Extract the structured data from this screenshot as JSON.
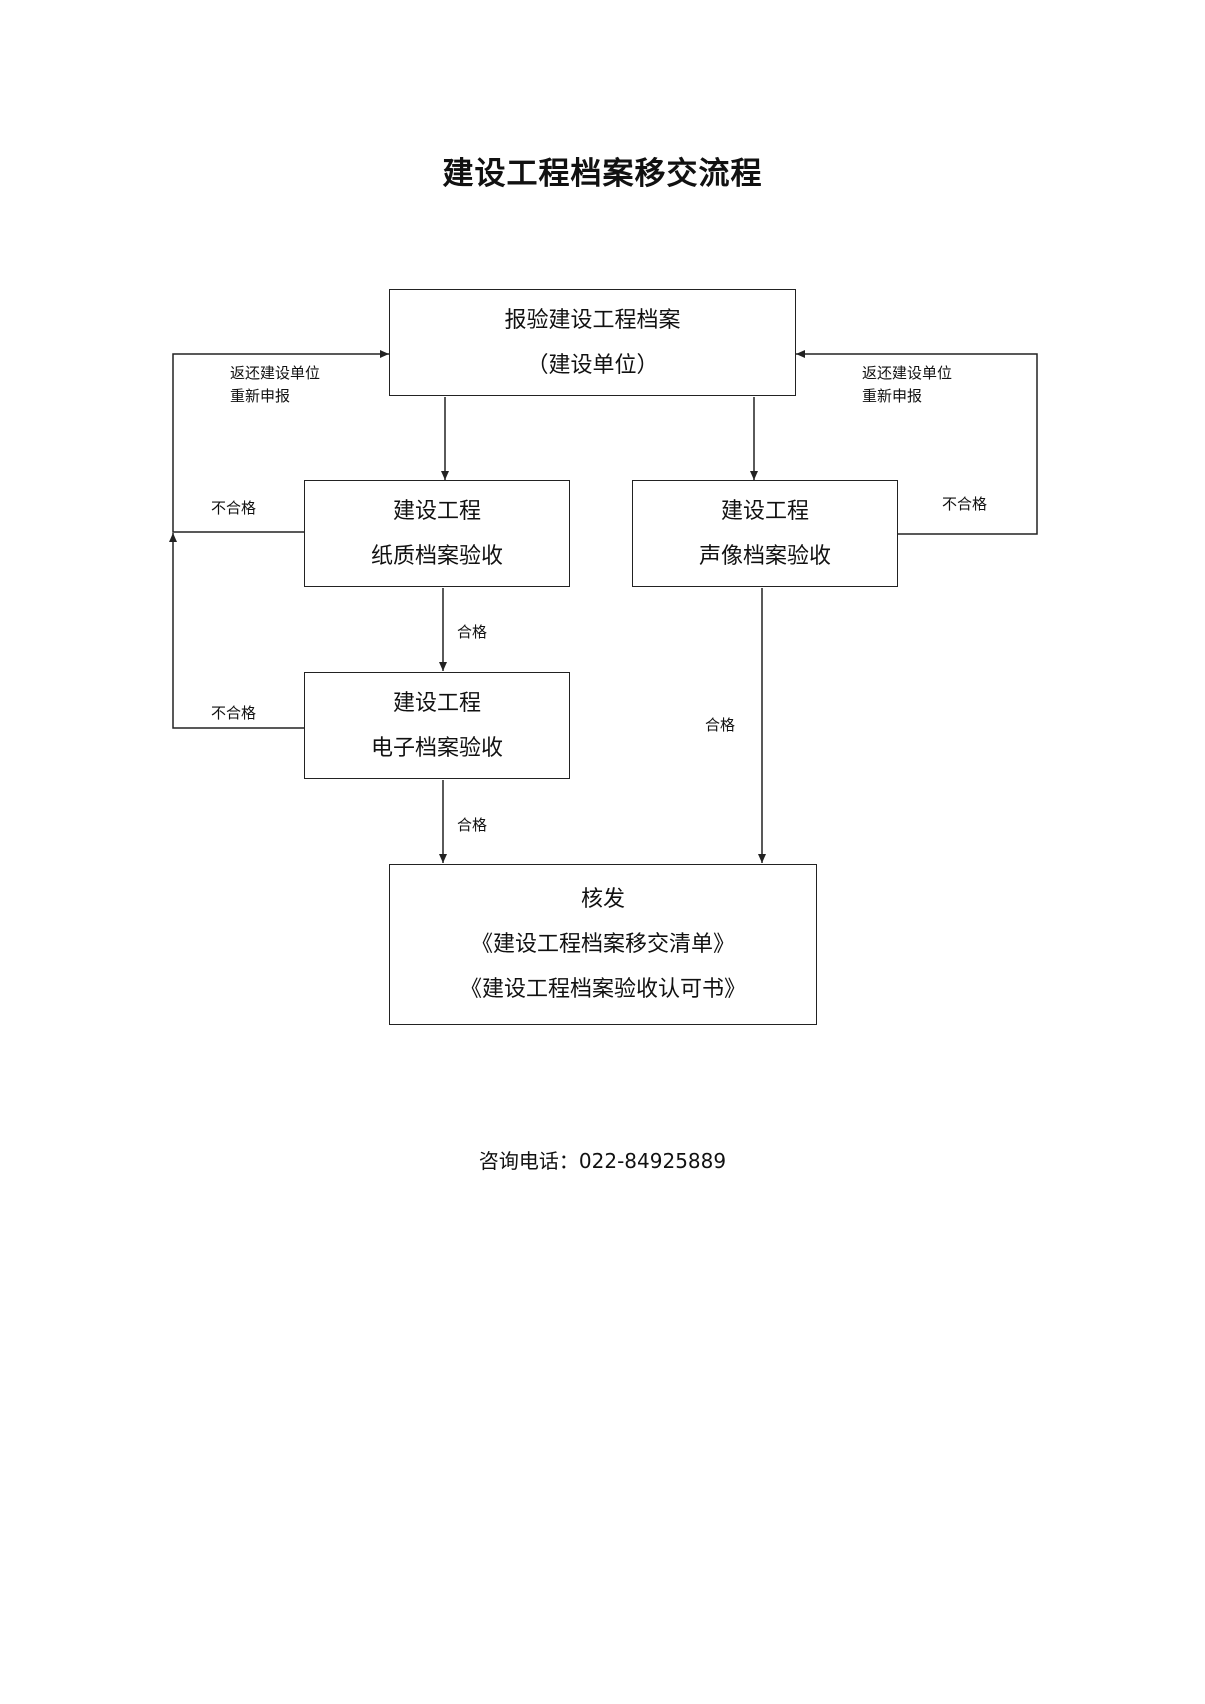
{
  "title": "建设工程档案移交流程",
  "nodes": {
    "submit": {
      "line1": "报验建设工程档案",
      "line2": "（建设单位）"
    },
    "paper": {
      "line1": "建设工程",
      "line2": "纸质档案验收"
    },
    "av": {
      "line1": "建设工程",
      "line2": "声像档案验收"
    },
    "electronic": {
      "line1": "建设工程",
      "line2": "电子档案验收"
    },
    "issue": {
      "line1": "核发",
      "line2": "《建设工程档案移交清单》",
      "line3": "《建设工程档案验收认可书》"
    }
  },
  "edge_labels": {
    "return_left_1": "返还建设单位",
    "return_left_2": "重新申报",
    "return_right_1": "返还建设单位",
    "return_right_2": "重新申报",
    "fail_paper": "不合格",
    "fail_av": "不合格",
    "fail_electronic": "不合格",
    "pass_paper": "合格",
    "pass_electronic": "合格",
    "pass_av": "合格"
  },
  "contact": "咨询电话：022-84925889"
}
